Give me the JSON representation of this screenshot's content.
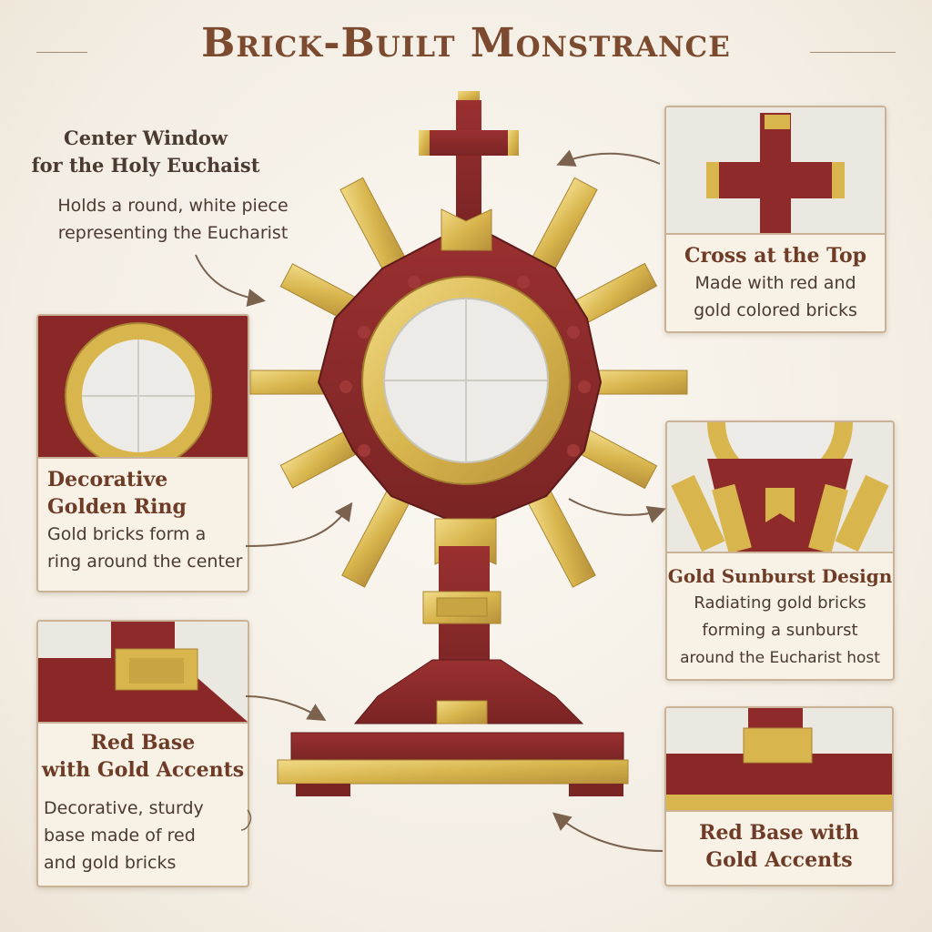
{
  "title": "Brick-Built Monstrance",
  "colors": {
    "red": "#8e2a2a",
    "red_dark": "#6e1f1f",
    "gold": "#d8b54d",
    "gold_light": "#ecd278",
    "cream": "#f7f1e6",
    "window": "#ecebe7",
    "heading": "#6e3c26"
  },
  "callouts": {
    "center_window": {
      "heading_line1": "Center Window",
      "heading_line2": "for the Holy Euchaist",
      "text_line1": "Holds a round, white piece",
      "text_line2": "representing the Eucharist"
    },
    "cross": {
      "heading": "Cross at the Top",
      "text_line1": "Made with red and",
      "text_line2": "gold colored bricks"
    },
    "ring": {
      "heading_line1": "Decorative",
      "heading_line2": "Golden Ring",
      "text_line1": "Gold bricks form a",
      "text_line2": "ring around the center"
    },
    "sunburst": {
      "heading": "Gold Sunburst Design",
      "text_line1": "Radiating gold bricks",
      "text_line2": "forming a sunburst",
      "text_line3": "around the Eucharist host"
    },
    "base_left": {
      "heading_line1": "Red Base",
      "heading_line2": "with Gold Accents",
      "text_line1": "Decorative, sturdy",
      "text_line2": "base made of red",
      "text_line3": "and gold bricks"
    },
    "base_right": {
      "heading_line1": "Red Base with",
      "heading_line2": "Gold Accents"
    }
  }
}
